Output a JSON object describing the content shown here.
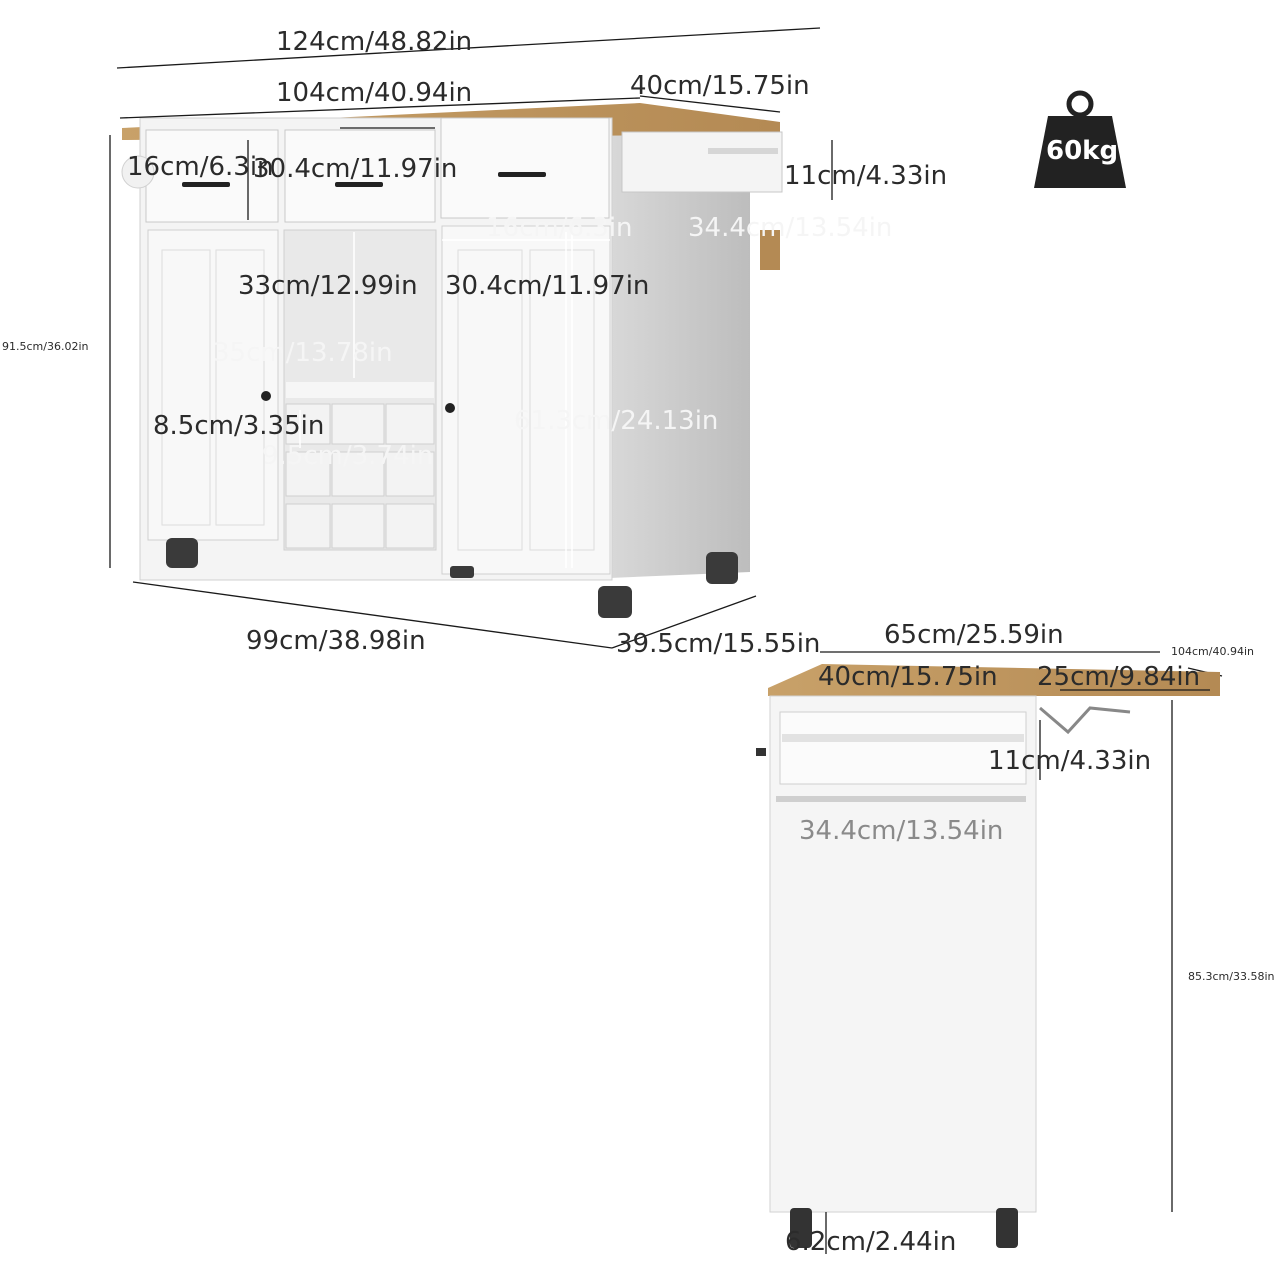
{
  "weight": {
    "label": "60kg"
  },
  "front_view": {
    "total_width_extended": "124cm/48.82in",
    "top_width": "104cm/40.94in",
    "extension_depth": "40cm/15.75in",
    "total_height": "91.5cm/36.02in",
    "drawer_height": "16cm/6.3in",
    "drawer_width": "30.4cm/11.97in",
    "spice_rack_height": "11cm/4.33in",
    "cabinet_label_a": "16cm/6.3in",
    "cabinet_label_b": "34.4cm/13.54in",
    "open_shelf_height": "33cm/12.99in",
    "cabinet_width": "30.4cm/11.97in",
    "shelf_depth": "35cm/13.78in",
    "shelf_height": "8.5cm/3.35in",
    "wine_cell": "9.5cm/3.74in",
    "cabinet_height": "61.3cm/24.13in",
    "base_width": "99cm/38.98in",
    "base_depth": "39.5cm/15.55in"
  },
  "side_view": {
    "total_depth": "65cm/25.59in",
    "extended_width": "104cm/40.94in",
    "cabinet_depth": "40cm/15.75in",
    "drop_leaf": "25cm/9.84in",
    "rack_height": "11cm/4.33in",
    "rack_width": "34.4cm/13.54in",
    "body_height": "85.3cm/33.58in",
    "wheel_height": "6.2cm/2.44in"
  }
}
